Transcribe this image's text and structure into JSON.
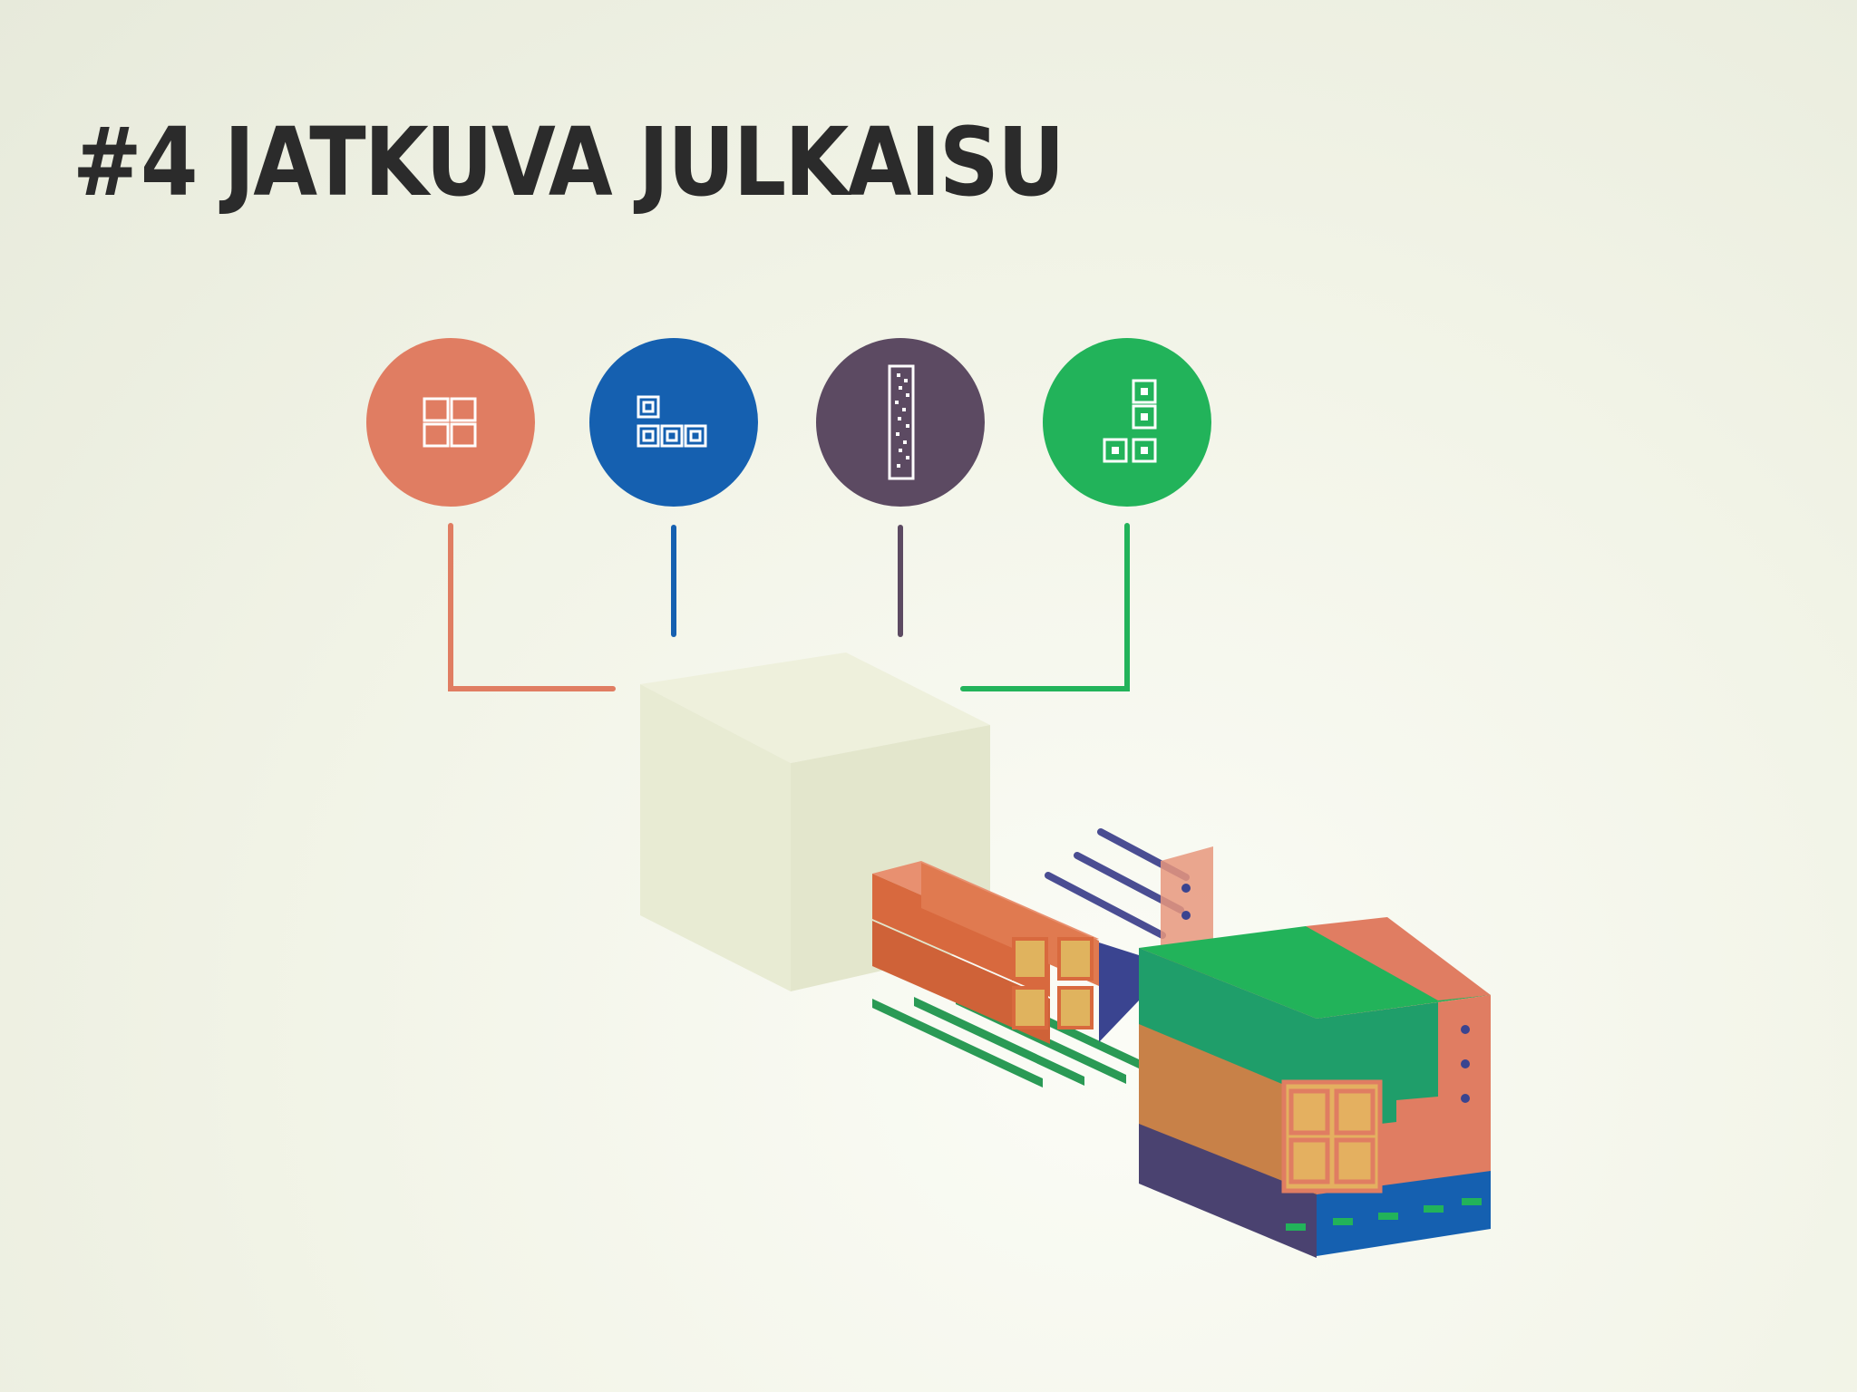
{
  "slide": {
    "title": "#4 JATKUVA JULKAISU"
  },
  "colors": {
    "orange": "#e07d62",
    "blue": "#1560b0",
    "purple": "#5c4a62",
    "green": "#22b35a",
    "mustard": "#c9854a",
    "navy": "#3a4490",
    "cube_ghost": "#ecefd6"
  },
  "icons": [
    {
      "name": "grid-2x2-blocks-icon",
      "color": "orange"
    },
    {
      "name": "l-shape-blocks-icon",
      "color": "blue"
    },
    {
      "name": "vertical-bar-block-icon",
      "color": "purple"
    },
    {
      "name": "j-shape-blocks-icon",
      "color": "green"
    }
  ]
}
